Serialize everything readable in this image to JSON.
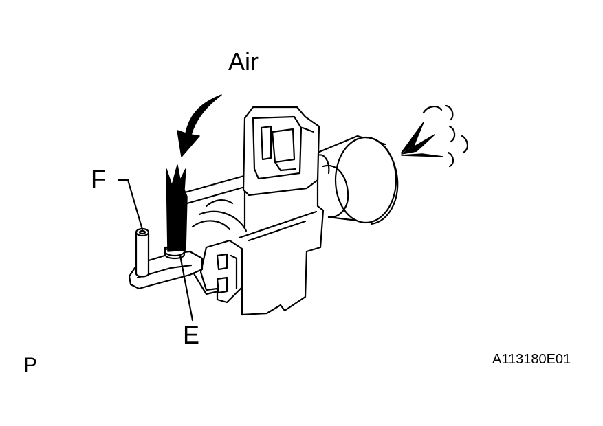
{
  "diagram": {
    "labels": {
      "air": "Air",
      "port_f": "F",
      "port_e": "E",
      "mark": "P",
      "figure_code": "A113180E01"
    }
  }
}
